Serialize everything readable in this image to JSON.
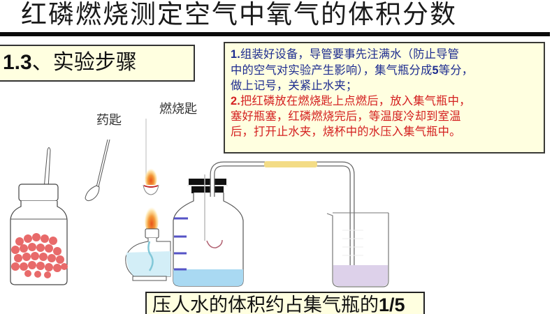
{
  "slide": {
    "title": "红磷燃烧测定空气中氧气的体积分数",
    "section": {
      "number": "1.3",
      "separator": "、",
      "label": "实验步骤"
    },
    "steps": [
      {
        "number": "1.",
        "text": "组装好设备，导管要事先注满水（防止导管中的空气对实验产生影响），集气瓶分成5等分，做上记号，关紧止水夹；",
        "color": "#1c2b8f"
      },
      {
        "number": "2.",
        "text": "把红磷放在燃烧匙上点燃后，放入集气瓶中，塞好瓶塞，红磷燃烧完后，等温度冷却到室温后，打开止水夹，烧杯中的水压入集气瓶中。",
        "color": "#d42020"
      }
    ],
    "step_lines": {
      "s1_l1": "组装好设备，导管要事先注满水（防止导管",
      "s1_l2a": "中的空气对实验产生影响），集气瓶分成",
      "s1_l2_num": "5",
      "s1_l2b": "等分，",
      "s1_l3": "做上记号，关紧止水夹；",
      "s2_l1": "把红磷放在燃烧匙上点燃后，放入集气瓶中，",
      "s2_l2": "塞好瓶塞，红磷燃烧完后，等温度冷却到室温",
      "s2_l3": "后，打开止水夹，烧杯中的水压入集气瓶中。"
    },
    "labels": {
      "medicine_spoon": "药匙",
      "combustion_spoon": "燃烧匙"
    },
    "conclusion": {
      "text": "压人水的体积约占集气瓶的",
      "fraction": "1/5"
    },
    "apparatus": {
      "items": [
        "red-phosphorus-jar",
        "medicine-spoon",
        "combustion-spoon",
        "alcohol-lamp",
        "gas-collecting-bottle",
        "glass-tube",
        "rubber-tube-clamp",
        "beaker"
      ],
      "gas_bottle_marks": 4
    },
    "colors": {
      "box_fill": "#ffffe0",
      "phosphorus": "#e86a6a",
      "bottle_water": "#a9d9f2",
      "beaker_water": "#ddd1ea",
      "rubber_tube": "#f3dc86",
      "marks": "#5553c6",
      "flame": "#f08a2a"
    }
  }
}
